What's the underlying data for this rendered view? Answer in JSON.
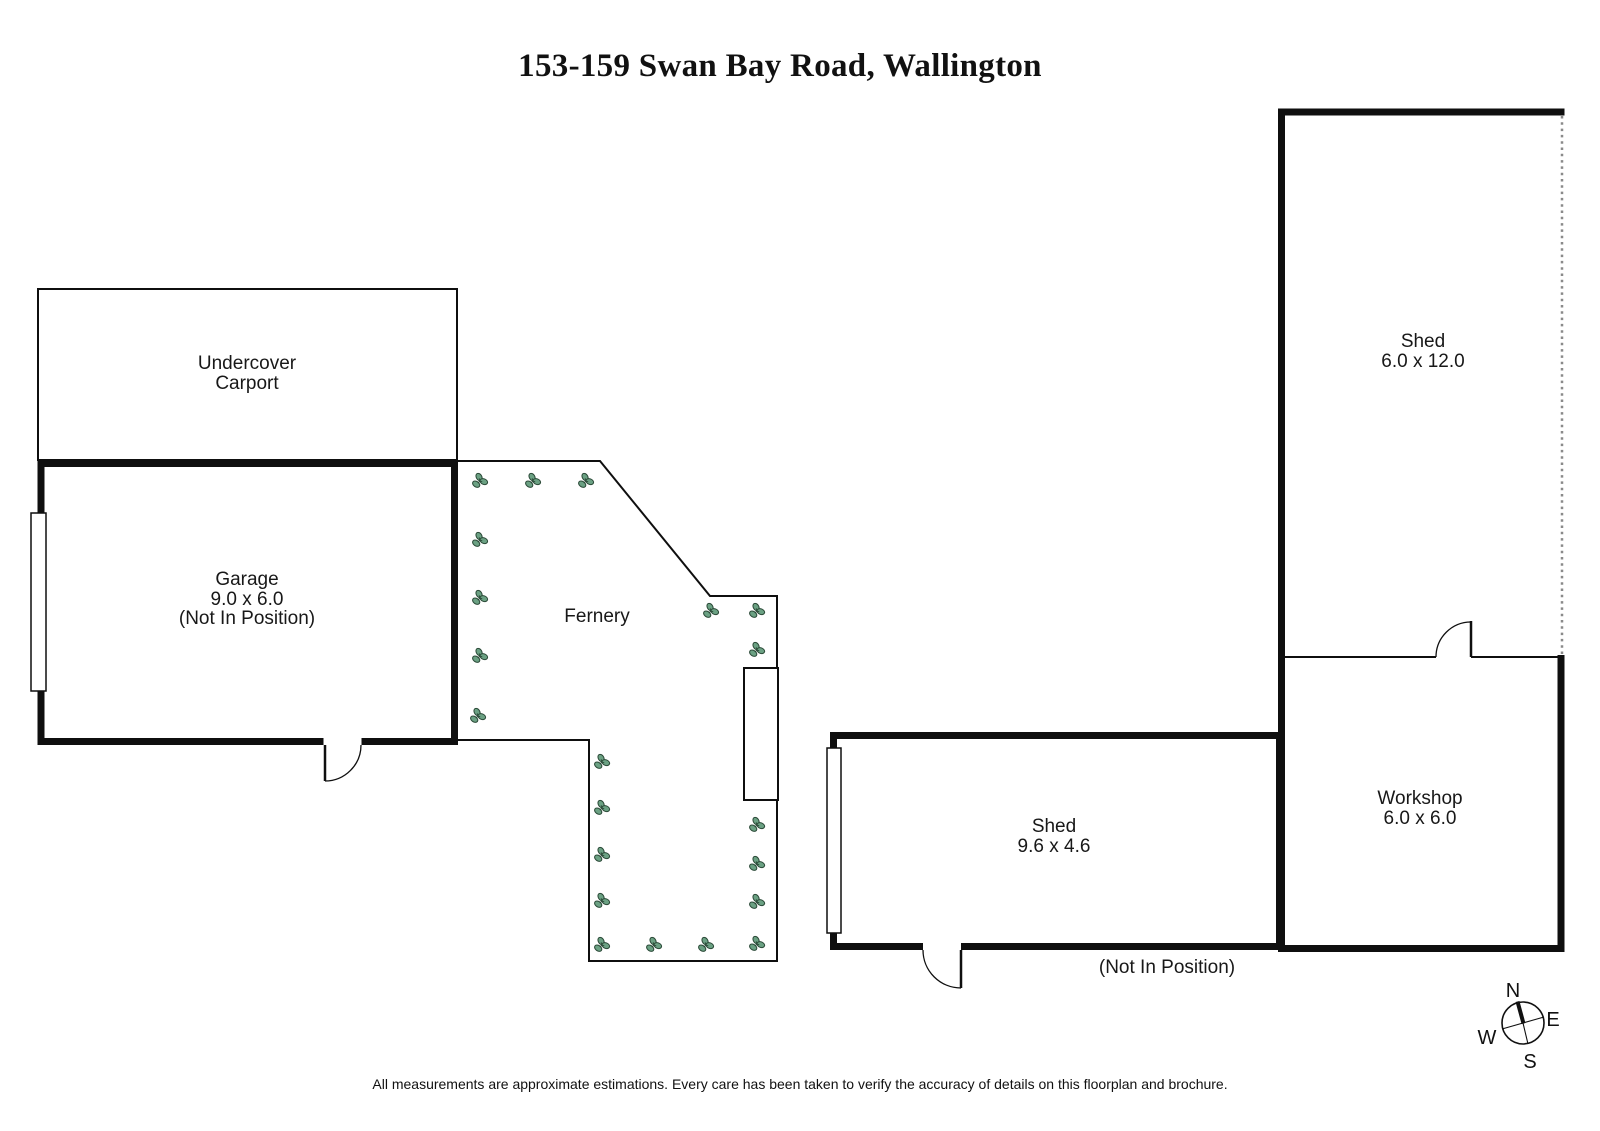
{
  "title": "153-159 Swan Bay Road, Wallington",
  "rooms": {
    "carport": {
      "line1": "Undercover",
      "line2": "Carport"
    },
    "garage": {
      "line1": "Garage",
      "line2": "9.0 x 6.0",
      "line3": "(Not In Position)"
    },
    "fernery": {
      "line1": "Fernery"
    },
    "shed_large": {
      "line1": "Shed",
      "line2": "6.0 x 12.0"
    },
    "workshop": {
      "line1": "Workshop",
      "line2": "6.0 x 6.0"
    },
    "shed_small": {
      "line1": "Shed",
      "line2": "9.6 x 4.6",
      "note": "(Not In Position)"
    }
  },
  "compass": {
    "north": "N",
    "east": "E",
    "south": "S",
    "west": "W"
  },
  "footer": "All measurements are approximate estimations. Every care has been taken to verify the accuracy of details on this floorplan and brochure.",
  "colors": {
    "wall": "#0f0f0f",
    "text": "#181818",
    "fern_fill": "#6BA183",
    "fern_outline": "#2B4A38",
    "dashed_edge": "#8a8a8a",
    "background": "#ffffff"
  }
}
